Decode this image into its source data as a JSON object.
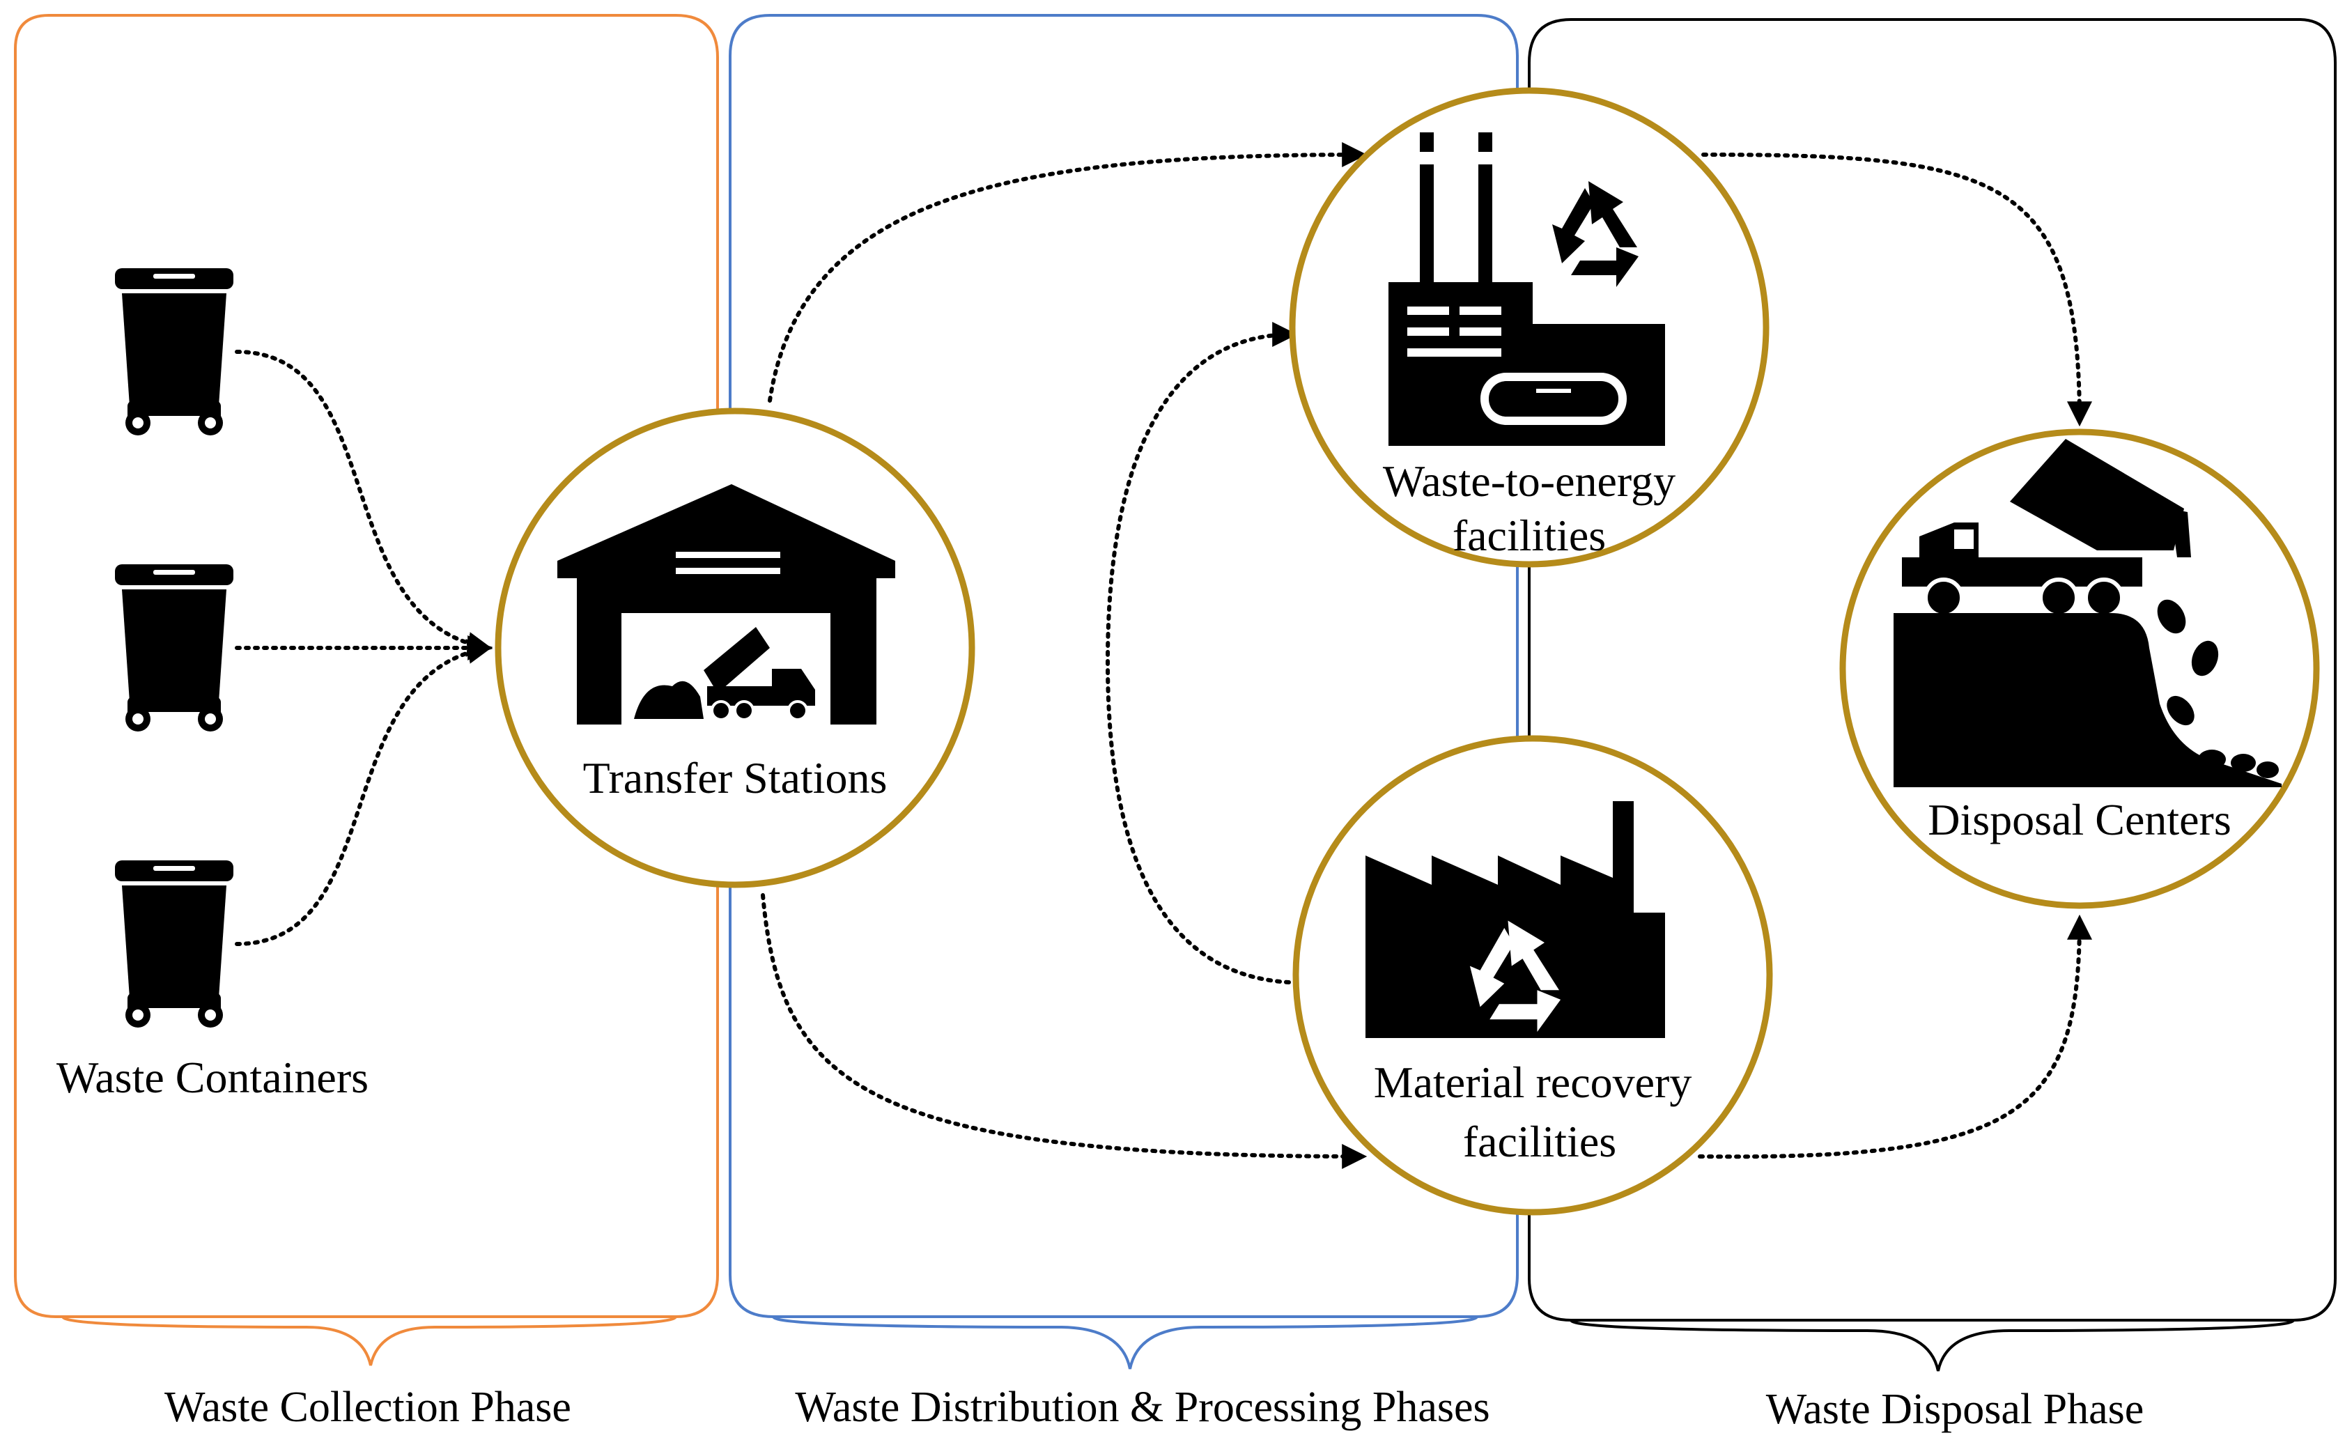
{
  "colors": {
    "collection_border": "#f08a3c",
    "processing_border": "#4d7cc9",
    "disposal_border": "#000000",
    "node_ring": "#b58b1a",
    "icon": "#000000"
  },
  "phases": {
    "collection": "Waste Collection Phase",
    "processing": "Waste Distribution & Processing Phases",
    "disposal": "Waste Disposal Phase"
  },
  "nodes": {
    "containers": {
      "label": "Waste Containers",
      "icon": "wheelie-bin-icon"
    },
    "transfer": {
      "label": "Transfer Stations",
      "icon": "warehouse-truck-icon"
    },
    "wte": {
      "label_line1": "Waste-to-energy",
      "label_line2": "facilities",
      "icon": "factory-recycle-icon"
    },
    "mrf": {
      "label_line1": "Material recovery",
      "label_line2": "facilities",
      "icon": "recycling-plant-icon"
    },
    "disposal": {
      "label": "Disposal Centers",
      "icon": "dump-truck-landfill-icon"
    }
  },
  "flows": [
    {
      "from": "Waste Containers",
      "to": "Transfer Stations"
    },
    {
      "from": "Transfer Stations",
      "to": "Waste-to-energy facilities"
    },
    {
      "from": "Transfer Stations",
      "to": "Material recovery facilities"
    },
    {
      "from": "Material recovery facilities",
      "to": "Waste-to-energy facilities"
    },
    {
      "from": "Waste-to-energy facilities",
      "to": "Disposal Centers"
    },
    {
      "from": "Material recovery facilities",
      "to": "Disposal Centers"
    }
  ]
}
